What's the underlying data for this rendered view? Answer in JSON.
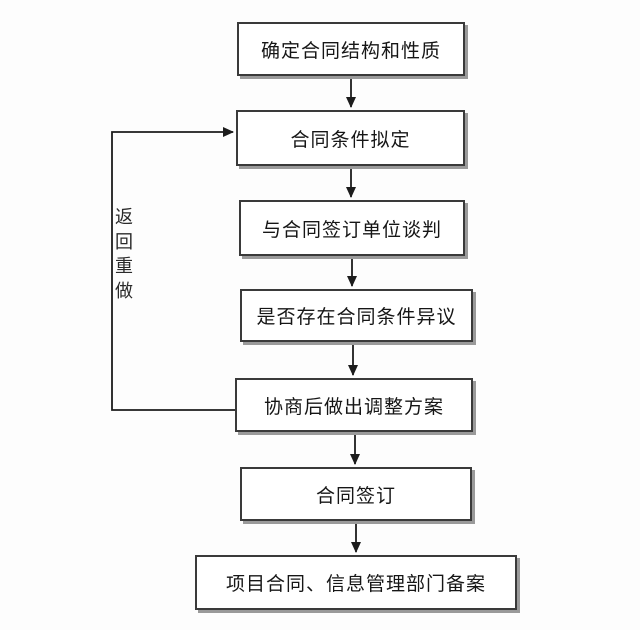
{
  "flowchart": {
    "nodes": [
      {
        "id": "determine-structure",
        "label": "确定合同结构和性质"
      },
      {
        "id": "draft-conditions",
        "label": "合同条件拟定"
      },
      {
        "id": "negotiate-with-unit",
        "label": "与合同签订单位谈判"
      },
      {
        "id": "check-objections",
        "label": "是否存在合同条件异议"
      },
      {
        "id": "adjustment-plan",
        "label": "协商后做出调整方案"
      },
      {
        "id": "sign-contract",
        "label": "合同签订"
      },
      {
        "id": "department-filing",
        "label": "项目合同、信息管理部门备案"
      }
    ],
    "loop_label": "返回重做",
    "colors": {
      "background": "#fdfdfd",
      "box_fill": "#ffffff",
      "box_border": "#3a3a3a",
      "box_shadow": "#9a9a9a",
      "connector": "#1c1c1c",
      "text": "#161616"
    }
  }
}
